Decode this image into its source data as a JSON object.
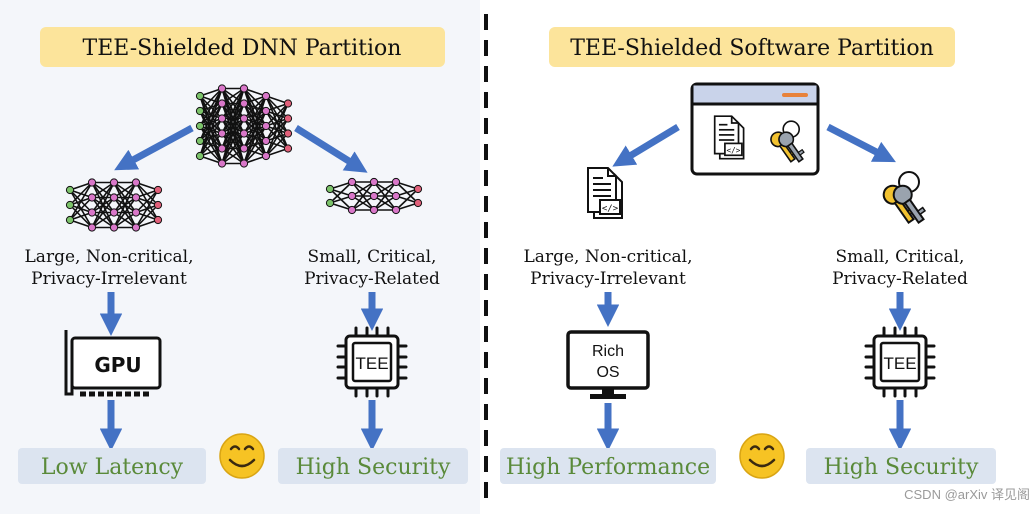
{
  "left": {
    "title": "TEE-Shielded DNN Partition",
    "branch_left": {
      "label_line1": "Large, Non-critical,",
      "label_line2": "Privacy-Irrelevant",
      "device": "GPU",
      "outcome": "Low Latency"
    },
    "branch_right": {
      "label_line1": "Small, Critical,",
      "label_line2": "Privacy-Related",
      "device": "TEE",
      "outcome": "High Security"
    }
  },
  "right": {
    "title": "TEE-Shielded Software Partition",
    "branch_left": {
      "label_line1": "Large, Non-critical,",
      "label_line2": "Privacy-Irrelevant",
      "device_line1": "Rich",
      "device_line2": "OS",
      "outcome": "High Performance"
    },
    "branch_right": {
      "label_line1": "Small, Critical,",
      "label_line2": "Privacy-Related",
      "device": "TEE",
      "outcome": "High Security"
    }
  },
  "watermark": "CSDN @arXiv 译见阁",
  "colors": {
    "title_bg": "#FCE49B",
    "outcome_bg": "#DCE4F0",
    "outcome_text": "#5A8A3A",
    "arrow": "#4472C4",
    "panel_bg": "#F4F6FA",
    "smiley": "#F6C324"
  },
  "icons": [
    "neural-network-icon",
    "gpu-icon",
    "tee-chip-icon",
    "code-file-icon",
    "keys-icon",
    "monitor-icon",
    "smiley-icon",
    "app-window-icon"
  ]
}
